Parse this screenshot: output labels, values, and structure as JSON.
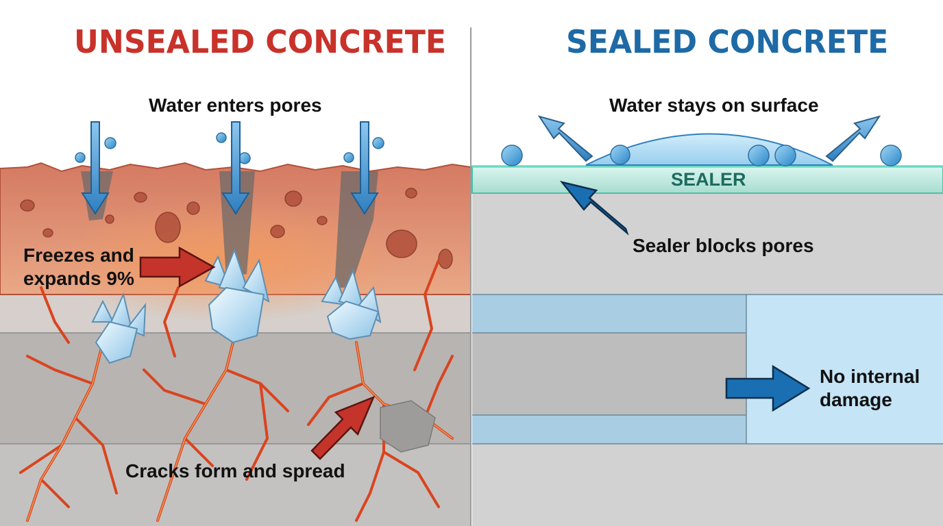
{
  "left_panel": {
    "title": "UNSEALED CONCRETE",
    "title_color": "#c8322a",
    "label_water": "Water enters pores",
    "label_freeze": "Freezes and\nexpands 9%",
    "label_cracks": "Cracks form and spread"
  },
  "right_panel": {
    "title": "SEALED CONCRETE",
    "title_color": "#1d6aa6",
    "label_water": "Water stays on surface",
    "label_sealer": "SEALER",
    "label_blocks": "Sealer blocks pores",
    "label_damage": "No internal\ndamage"
  },
  "colors": {
    "unsealed_surface": "#d9816a",
    "concrete_gray": "#cfcfcf",
    "crack_red": "#d63a1f",
    "water_blue": "#4a9fd8",
    "ice_blue": "#c9e6f7",
    "sealer_green": "#bfe7df",
    "arrow_red": "#c4342a",
    "arrow_blue": "#1a6fb3"
  },
  "icons": [
    "water-drop-icon",
    "down-arrow-icon",
    "ice-crystal-icon",
    "red-arrow-icon",
    "blue-arrow-icon"
  ]
}
